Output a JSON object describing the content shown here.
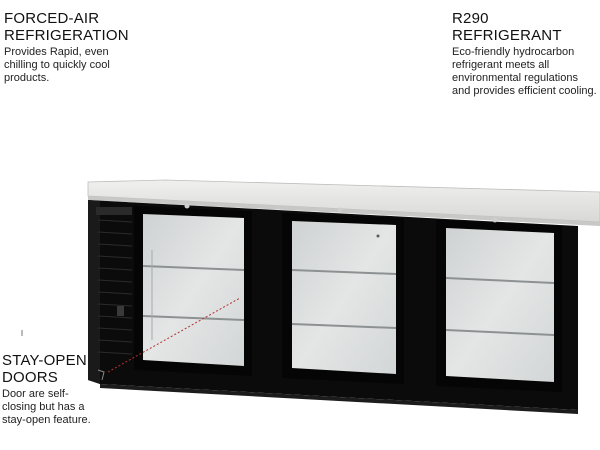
{
  "features": {
    "forced_air": {
      "title_line1": "FORCED-AIR",
      "title_line2": "REFRIGERATION",
      "description": "Provides Rapid, even chilling to quickly cool products."
    },
    "r290": {
      "title": "R290 REFRIGERANT",
      "description": "Eco-friendly hydrocarbon refrigerant  meets all environmental regulations and provides efficient cooling."
    },
    "stay_open": {
      "title_line1": "STAY-OPEN",
      "title_line2": "DOORS",
      "description": "Door are self-closing but has a stay-open feature."
    }
  },
  "product": {
    "countertop_color": "#e6e6e4",
    "cabinet_color": "#0b0b0b",
    "glass_color": "#d9dbdb",
    "door_count": 3
  }
}
